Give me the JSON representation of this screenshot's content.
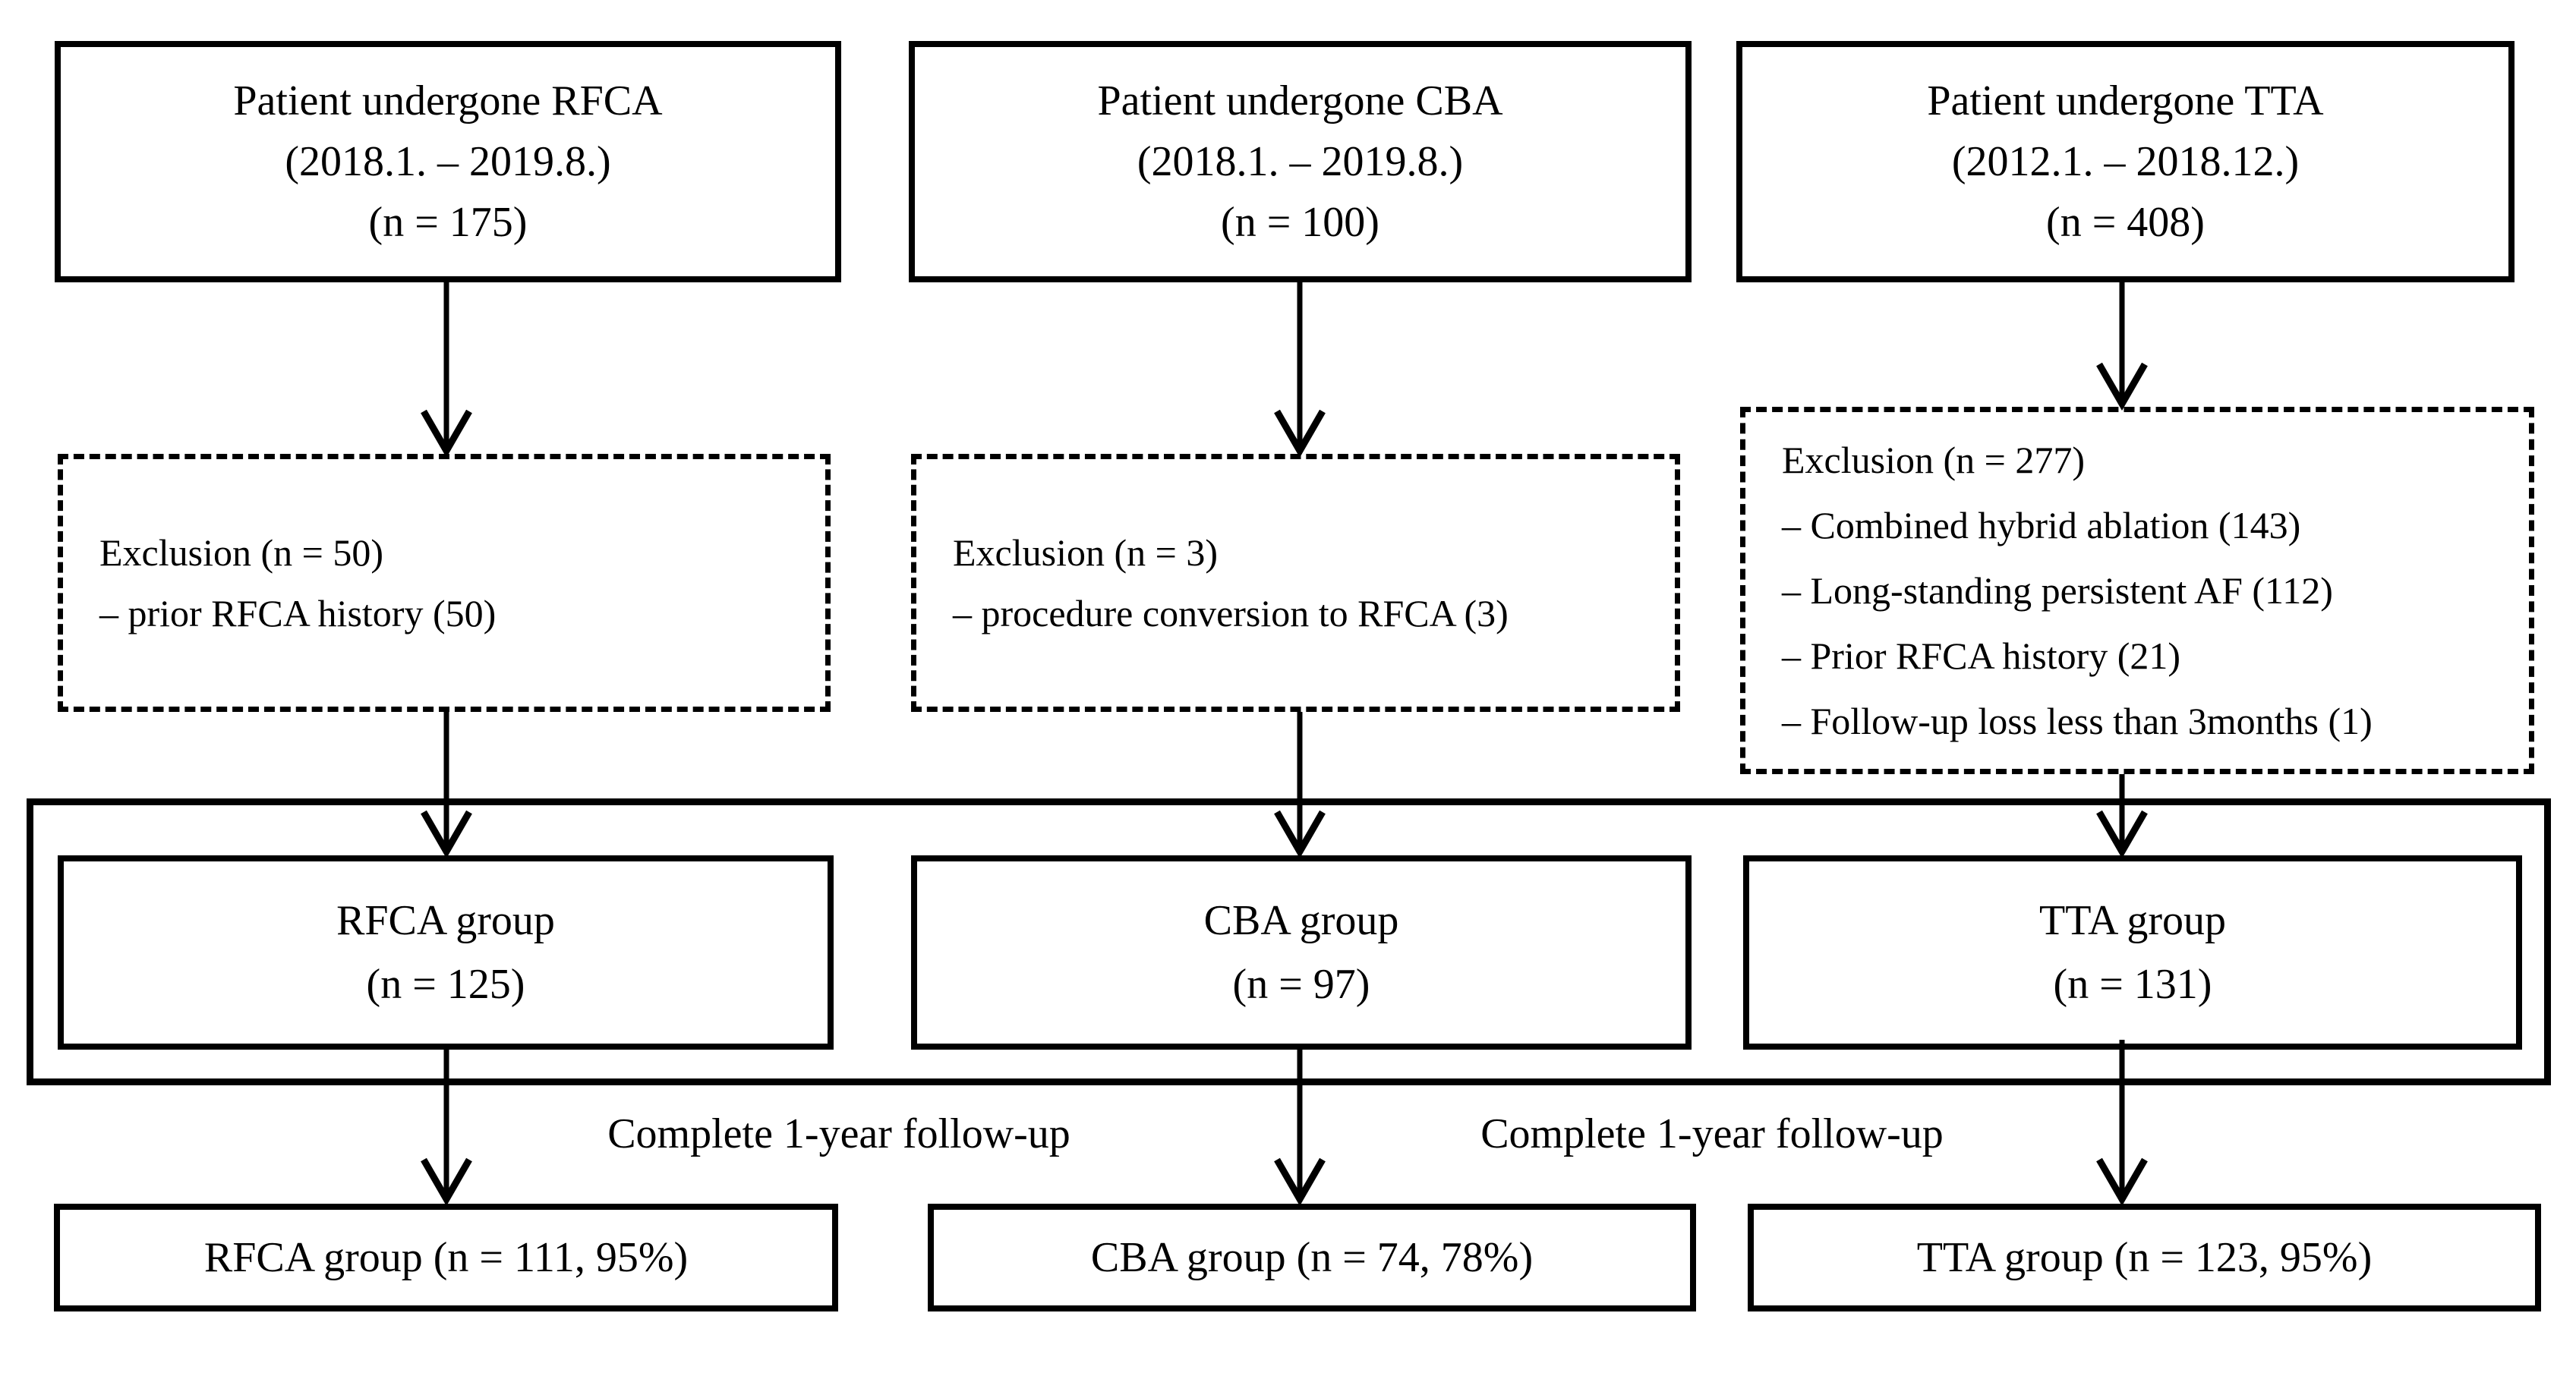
{
  "diagram": {
    "top_boxes": [
      {
        "id": "rfca",
        "lines": [
          "Patient undergone RFCA",
          "(2018.1. – 2019.8.)",
          "(n = 175)"
        ]
      },
      {
        "id": "cba",
        "lines": [
          "Patient undergone CBA",
          "(2018.1. – 2019.8.)",
          "(n = 100)"
        ]
      },
      {
        "id": "tta",
        "lines": [
          "Patient undergone TTA",
          "(2012.1. – 2018.12.)",
          "(n = 408)"
        ]
      }
    ],
    "exclusion_boxes": [
      {
        "id": "rfca",
        "lines": [
          "Exclusion (n = 50)",
          "– prior RFCA history (50)"
        ]
      },
      {
        "id": "cba",
        "lines": [
          "Exclusion (n = 3)",
          "– procedure conversion to RFCA (3)"
        ]
      },
      {
        "id": "tta",
        "lines": [
          "Exclusion (n = 277)",
          "– Combined hybrid ablation (143)",
          "– Long-standing persistent AF (112)",
          "– Prior RFCA history (21)",
          "– Follow-up loss less than 3months (1)"
        ]
      }
    ],
    "group_boxes": [
      {
        "id": "rfca",
        "lines": [
          "RFCA group",
          "(n = 125)"
        ]
      },
      {
        "id": "cba",
        "lines": [
          "CBA group",
          "(n = 97)"
        ]
      },
      {
        "id": "tta",
        "lines": [
          "TTA group",
          "(n = 131)"
        ]
      }
    ],
    "followup_labels": [
      "Complete 1-year follow-up",
      "Complete 1-year follow-up"
    ],
    "final_boxes": [
      {
        "id": "rfca",
        "label": "RFCA group (n = 111, 95%)"
      },
      {
        "id": "cba",
        "label": "CBA group (n = 74, 78%)"
      },
      {
        "id": "tta",
        "label": "TTA group (n = 123, 95%)"
      }
    ],
    "line_color": "#000000",
    "background_color": "#ffffff"
  }
}
